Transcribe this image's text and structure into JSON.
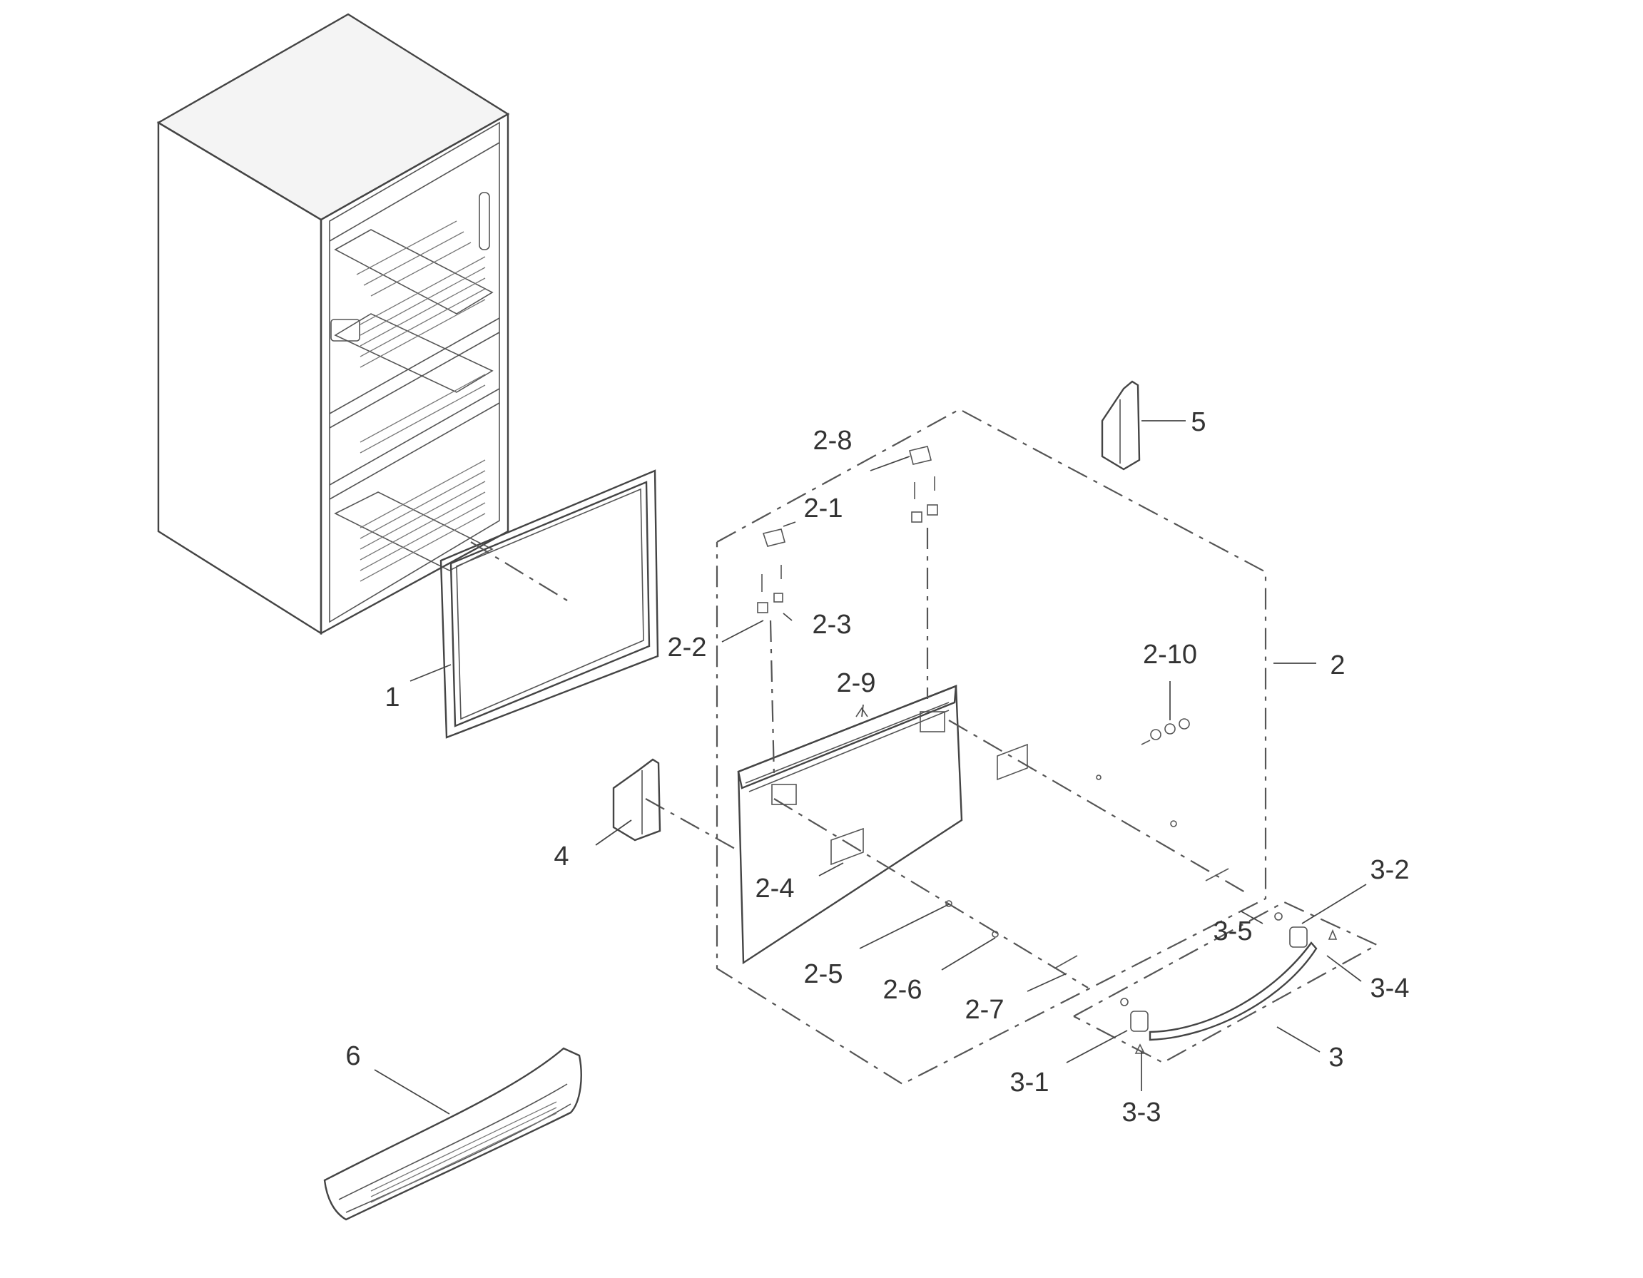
{
  "callouts": {
    "c1": "1",
    "c2": "2",
    "c2_1": "2-1",
    "c2_2": "2-2",
    "c2_3": "2-3",
    "c2_4": "2-4",
    "c2_5": "2-5",
    "c2_6": "2-6",
    "c2_7": "2-7",
    "c2_8": "2-8",
    "c2_9": "2-9",
    "c2_10": "2-10",
    "c3": "3",
    "c3_1": "3-1",
    "c3_2": "3-2",
    "c3_3": "3-3",
    "c3_4": "3-4",
    "c3_5": "3-5",
    "c4": "4",
    "c5": "5",
    "c6": "6"
  }
}
